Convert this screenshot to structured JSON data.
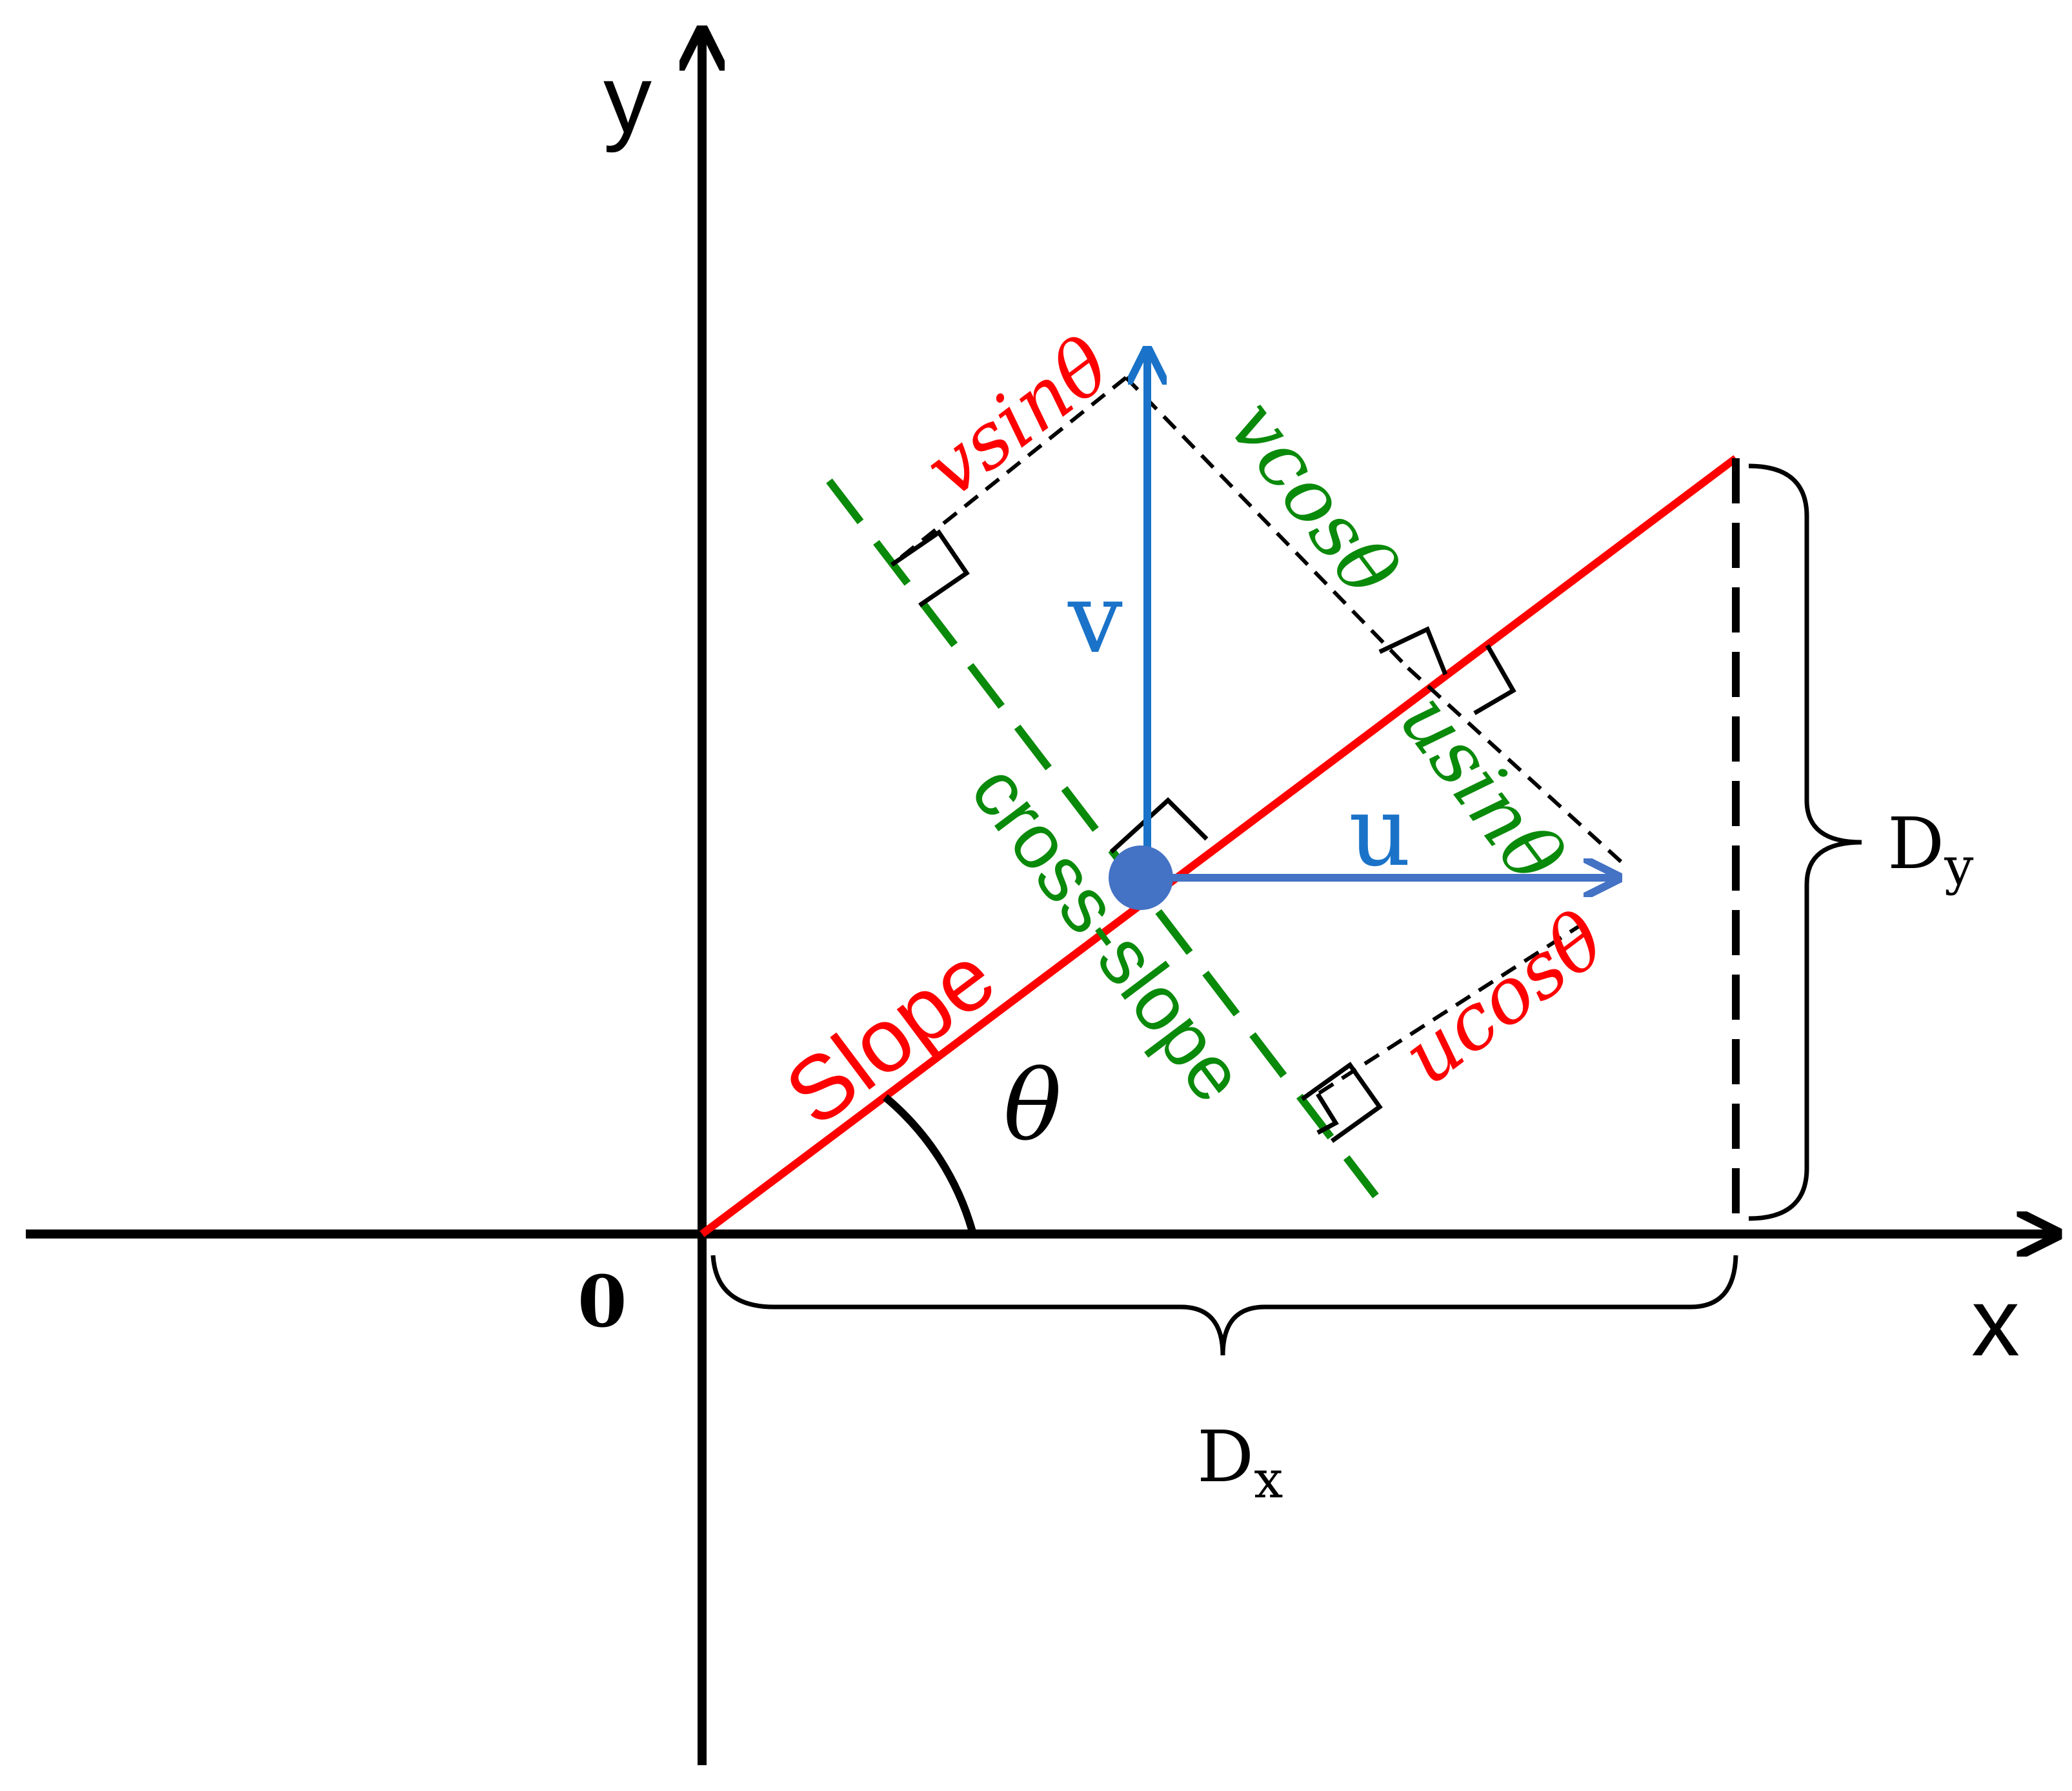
{
  "axes": {
    "y_label": "y",
    "x_label": "x",
    "origin_label": "0"
  },
  "lines": {
    "slope_label": "Slope",
    "cross_slope_label": "cross-slope"
  },
  "vectors": {
    "v_label": "v",
    "u_label": "u"
  },
  "components": {
    "vsin": "vsinθ",
    "vcos": "vcosθ",
    "usin": "usinθ",
    "ucos": "ucosθ"
  },
  "angle_label": "θ",
  "dimensions": {
    "dx_base": "D",
    "dx_sub": "x",
    "dy_base": "D",
    "dy_sub": "y"
  },
  "colors": {
    "axis": "#000000",
    "slope": "#ff0000",
    "cross_slope": "#0a8a0a",
    "vector_v": "#1a73c8",
    "vector_u": "#4472c4",
    "point": "#4472c4",
    "component_red": "#ff0000",
    "component_green": "#0a8a0a"
  }
}
